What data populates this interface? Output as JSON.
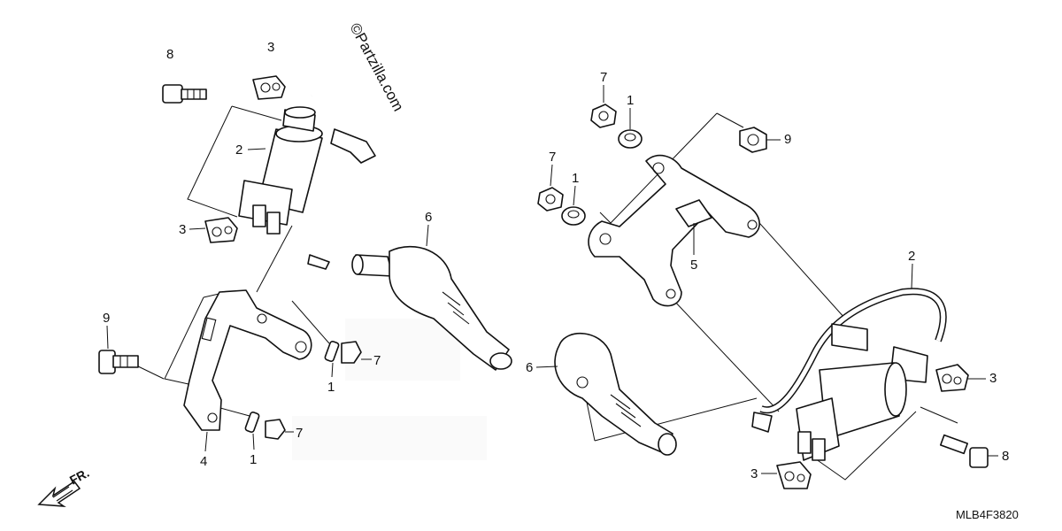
{
  "watermark": "©Partzilla.com",
  "diagram_code": "MLB4F3820",
  "direction_label": "FR.",
  "callouts": [
    {
      "id": "c-8a",
      "text": "8"
    },
    {
      "id": "c-3a",
      "text": "3"
    },
    {
      "id": "c-2a",
      "text": "2"
    },
    {
      "id": "c-3b",
      "text": "3"
    },
    {
      "id": "c-6a",
      "text": "6"
    },
    {
      "id": "c-9a",
      "text": "9"
    },
    {
      "id": "c-7a",
      "text": "7"
    },
    {
      "id": "c-1a",
      "text": "1"
    },
    {
      "id": "c-7b",
      "text": "7"
    },
    {
      "id": "c-1b",
      "text": "1"
    },
    {
      "id": "c-4",
      "text": "4"
    },
    {
      "id": "c-7c",
      "text": "7"
    },
    {
      "id": "c-1c",
      "text": "1"
    },
    {
      "id": "c-7d",
      "text": "7"
    },
    {
      "id": "c-1d",
      "text": "1"
    },
    {
      "id": "c-9b",
      "text": "9"
    },
    {
      "id": "c-5",
      "text": "5"
    },
    {
      "id": "c-2b",
      "text": "2"
    },
    {
      "id": "c-3c",
      "text": "3"
    },
    {
      "id": "c-6b",
      "text": "6"
    },
    {
      "id": "c-8b",
      "text": "8"
    },
    {
      "id": "c-3d",
      "text": "3"
    }
  ]
}
